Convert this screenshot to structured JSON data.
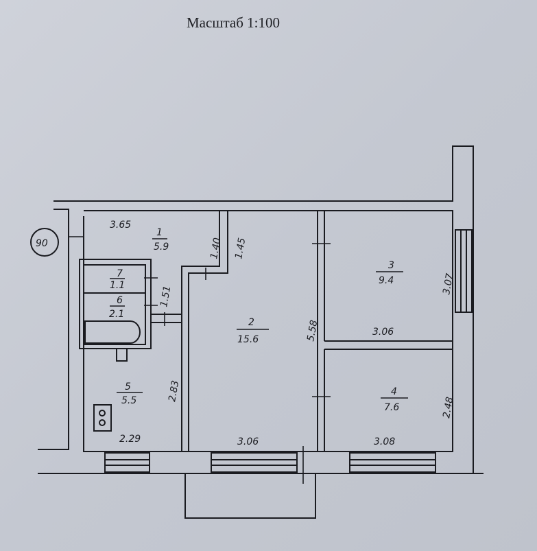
{
  "title": "Масштаб 1:100",
  "marker": "90",
  "rooms": [
    {
      "num": "1",
      "area": "5.9"
    },
    {
      "num": "2",
      "area": "15.6"
    },
    {
      "num": "3",
      "area": "9.4"
    },
    {
      "num": "4",
      "area": "7.6"
    },
    {
      "num": "5",
      "area": "5.5"
    },
    {
      "num": "6",
      "area": "2.1"
    },
    {
      "num": "7",
      "area": "1.1"
    }
  ],
  "dimensions": {
    "hall_length": "3.65",
    "hall_width_a": "1.40",
    "hall_width_b": "1.45",
    "bath_width": "1.51",
    "room2_length": "5.58",
    "room2_width": "3.06",
    "room3_length": "3.07",
    "room3_width": "3.06",
    "room4_length": "2.48",
    "room4_width": "3.08",
    "kitchen_length": "2.83",
    "kitchen_width": "2.29"
  }
}
